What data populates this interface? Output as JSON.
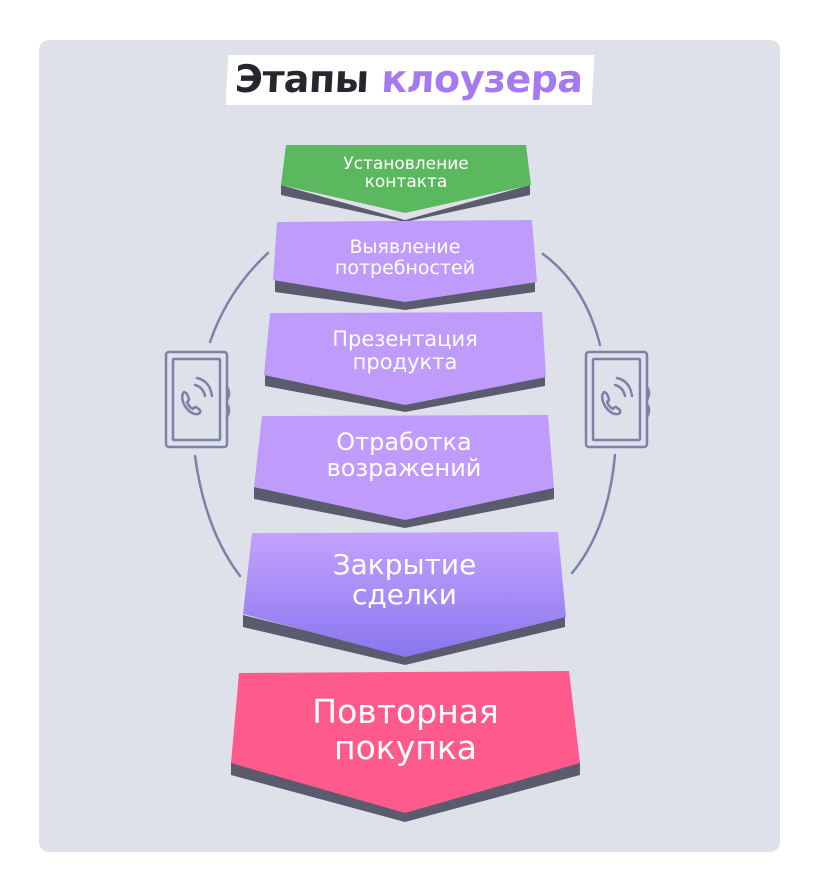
{
  "title": {
    "part1": "Этапы",
    "part2": "клоузера"
  },
  "colors": {
    "background": "#dfe1ea",
    "green": "#5cb85f",
    "purple": "#bf9cfc",
    "purple_gradient_top": "#c4a2fd",
    "purple_gradient_bottom": "#8977ef",
    "pink": "#ff5a8c",
    "shadow": "#5a5c6e",
    "line": "#7a82a8",
    "title_accent": "#a57af0"
  },
  "stages": [
    {
      "line1": "Установление",
      "line2": "контакта",
      "color": "green"
    },
    {
      "line1": "Выявление",
      "line2": "потребностей",
      "color": "purple"
    },
    {
      "line1": "Презентация",
      "line2": "продукта",
      "color": "purple"
    },
    {
      "line1": "Отработка",
      "line2": "возражений",
      "color": "purple"
    },
    {
      "line1": "Закрытие",
      "line2": "сделки",
      "color": "purple-gradient"
    },
    {
      "line1": "Повторная",
      "line2": "покупка",
      "color": "pink"
    }
  ],
  "icons": {
    "left": "phone-call-icon",
    "right": "phone-call-icon"
  }
}
